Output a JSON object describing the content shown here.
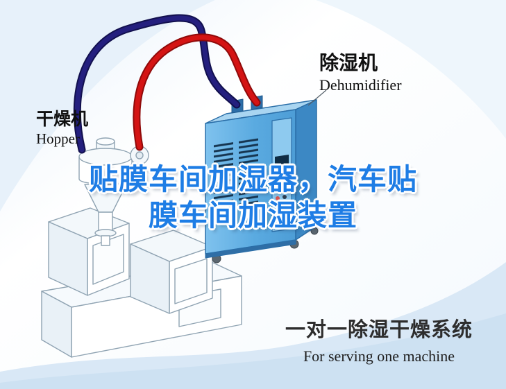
{
  "diagram": {
    "dryer_label": {
      "zh": "干燥机",
      "en": "Hopper"
    },
    "dehumidifier_label": {
      "zh": "除湿机",
      "en": "Dehumidifier"
    }
  },
  "title": {
    "line1": "贴膜车间加湿器，汽车贴",
    "line2": "膜车间加湿装置"
  },
  "caption": {
    "zh": "一对一除湿干燥系统",
    "en": "For serving one machine"
  },
  "colors": {
    "title_blue": "#1e7de5",
    "pipe_red": "#d41414",
    "pipe_red_edge": "#8f0a0a",
    "pipe_navy": "#241f7e",
    "pipe_navy_edge": "#12104e",
    "machine_blue": "#5aaae0",
    "machine_blue_dark": "#3c88c4",
    "bg_band": "#d9e8f6",
    "label_text": "#101010"
  }
}
